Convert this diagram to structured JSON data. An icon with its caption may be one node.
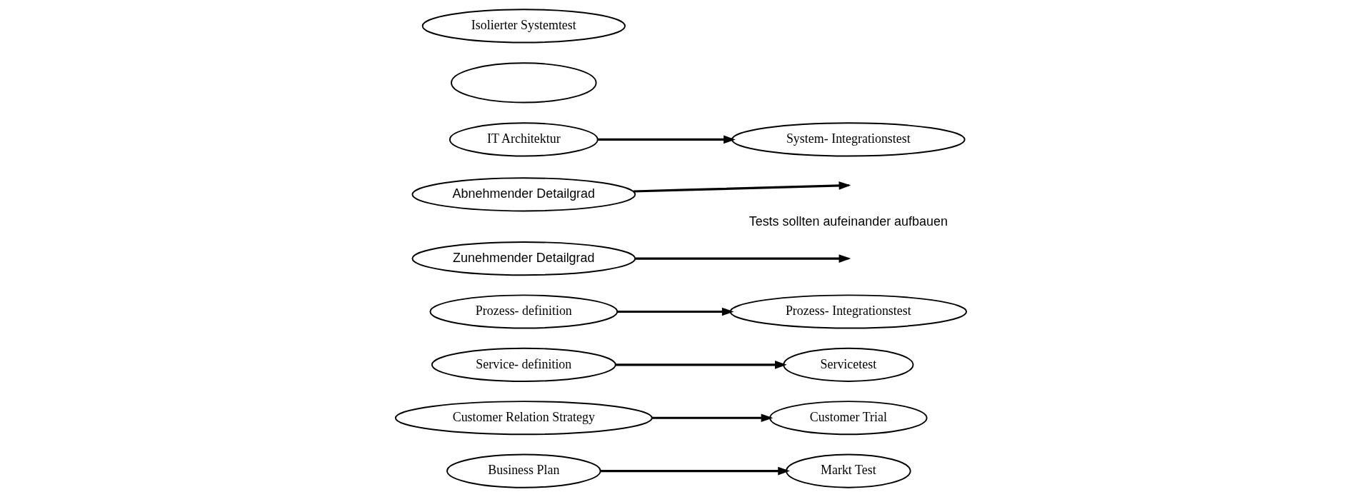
{
  "diagram": {
    "nodes": [
      {
        "text": [
          "Business Plan"
        ]
      },
      {
        "text": [
          "Markt Test"
        ]
      },
      {
        "text": [
          "Customer Relation Strategy"
        ]
      },
      {
        "text": [
          "Customer Trial"
        ]
      },
      {
        "text": [
          "Service- definition"
        ]
      },
      {
        "text": [
          "Servicetest"
        ]
      },
      {
        "text": [
          "Prozess- definition"
        ]
      },
      {
        "text": [
          "Prozess- Integrationstest"
        ]
      },
      {
        "text": [
          "Zunehmender Detailgrad"
        ]
      },
      {
        "text": [
          "Abnehmender Detailgrad"
        ]
      },
      {
        "text": [
          "IT Architektur"
        ]
      },
      {
        "text": [
          "System- Integrationstest"
        ]
      },
      {
        "text": [],
        "shape": "ellipse"
      },
      {
        "text": [
          "Isolierter Systemtest"
        ]
      }
    ],
    "edges": [
      {
        "from": 0,
        "to": 1,
        "arrow": "to"
      },
      {
        "from": 2,
        "to": 3,
        "arrow": "to"
      },
      {
        "from": 4,
        "to": 5,
        "arrow": "to"
      },
      {
        "from": 6,
        "to": 7,
        "arrow": "to"
      },
      {
        "from": 10,
        "to": 11,
        "arrow": "to"
      },
      {
        "from": 8,
        "to": null,
        "arrow": "to"
      },
      {
        "from": 9,
        "to": null,
        "arrow": "to"
      }
    ],
    "labels": [
      "Tests sollten aufeinander aufbauen"
    ]
  }
}
